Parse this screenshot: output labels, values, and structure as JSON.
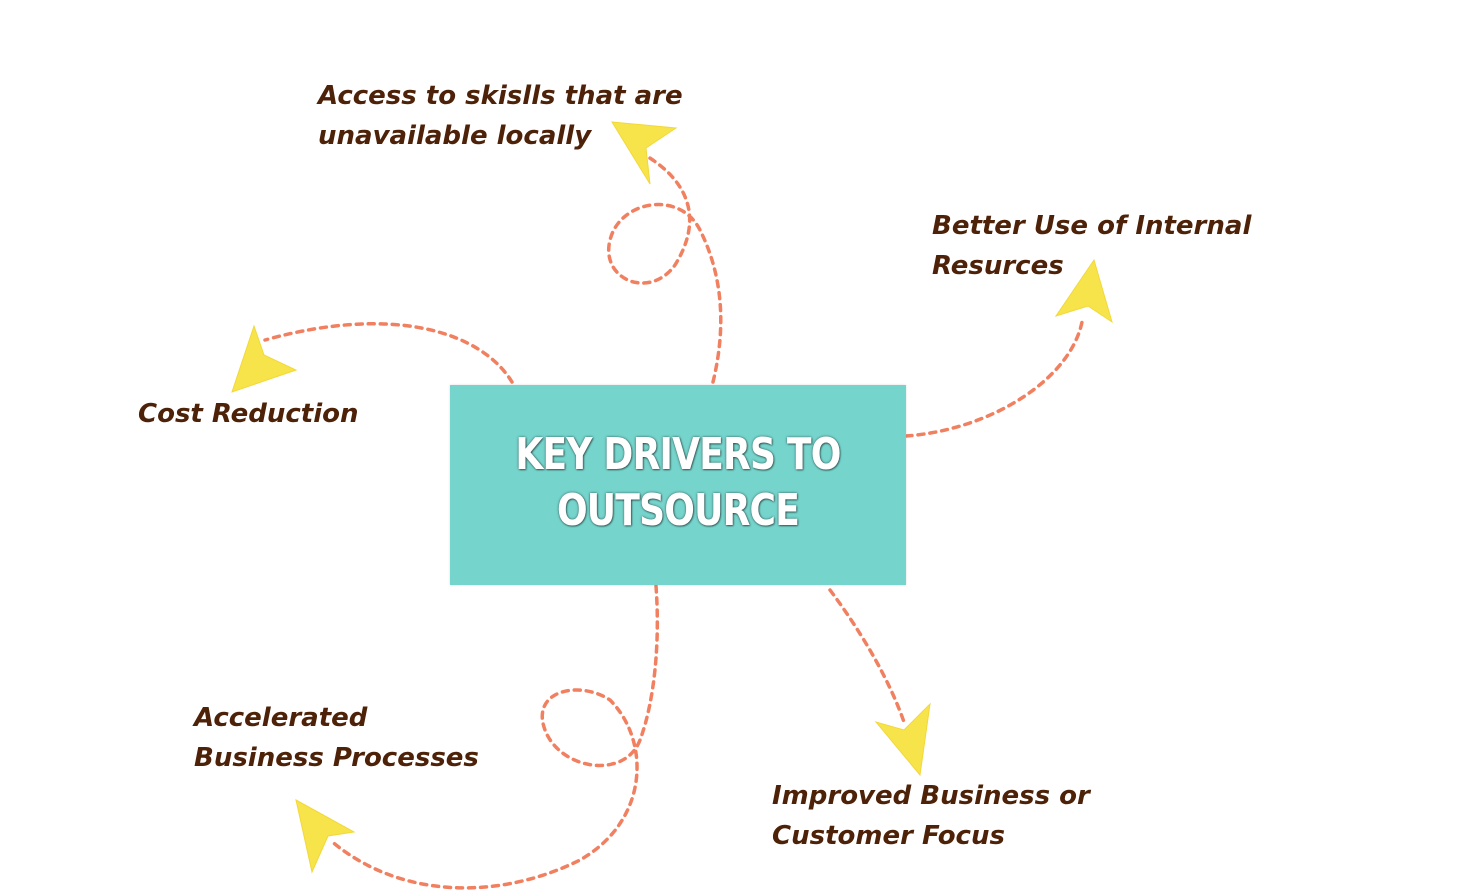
{
  "diagram": {
    "center": {
      "line1": "KEY DRIVERS TO",
      "line2": "OUTSOURCE"
    },
    "drivers": [
      {
        "id": "access-to-skills",
        "lines": [
          "Access to skislls that are",
          "unavailable locally"
        ]
      },
      {
        "id": "better-use-of-internal-resources",
        "lines": [
          "Better Use of Internal",
          "Resurces"
        ]
      },
      {
        "id": "cost-reduction",
        "lines": [
          "Cost Reduction"
        ]
      },
      {
        "id": "accelerated-business-processes",
        "lines": [
          "Accelerated",
          "Business Processes"
        ]
      },
      {
        "id": "improved-business-focus",
        "lines": [
          "Improved Business or",
          "Customer Focus"
        ]
      }
    ]
  },
  "colors": {
    "center_box": "#75d4cc",
    "center_text": "#ffffff",
    "label_text": "#4d2208",
    "connector": "#f08060",
    "arrowhead": "#f7e44a"
  }
}
